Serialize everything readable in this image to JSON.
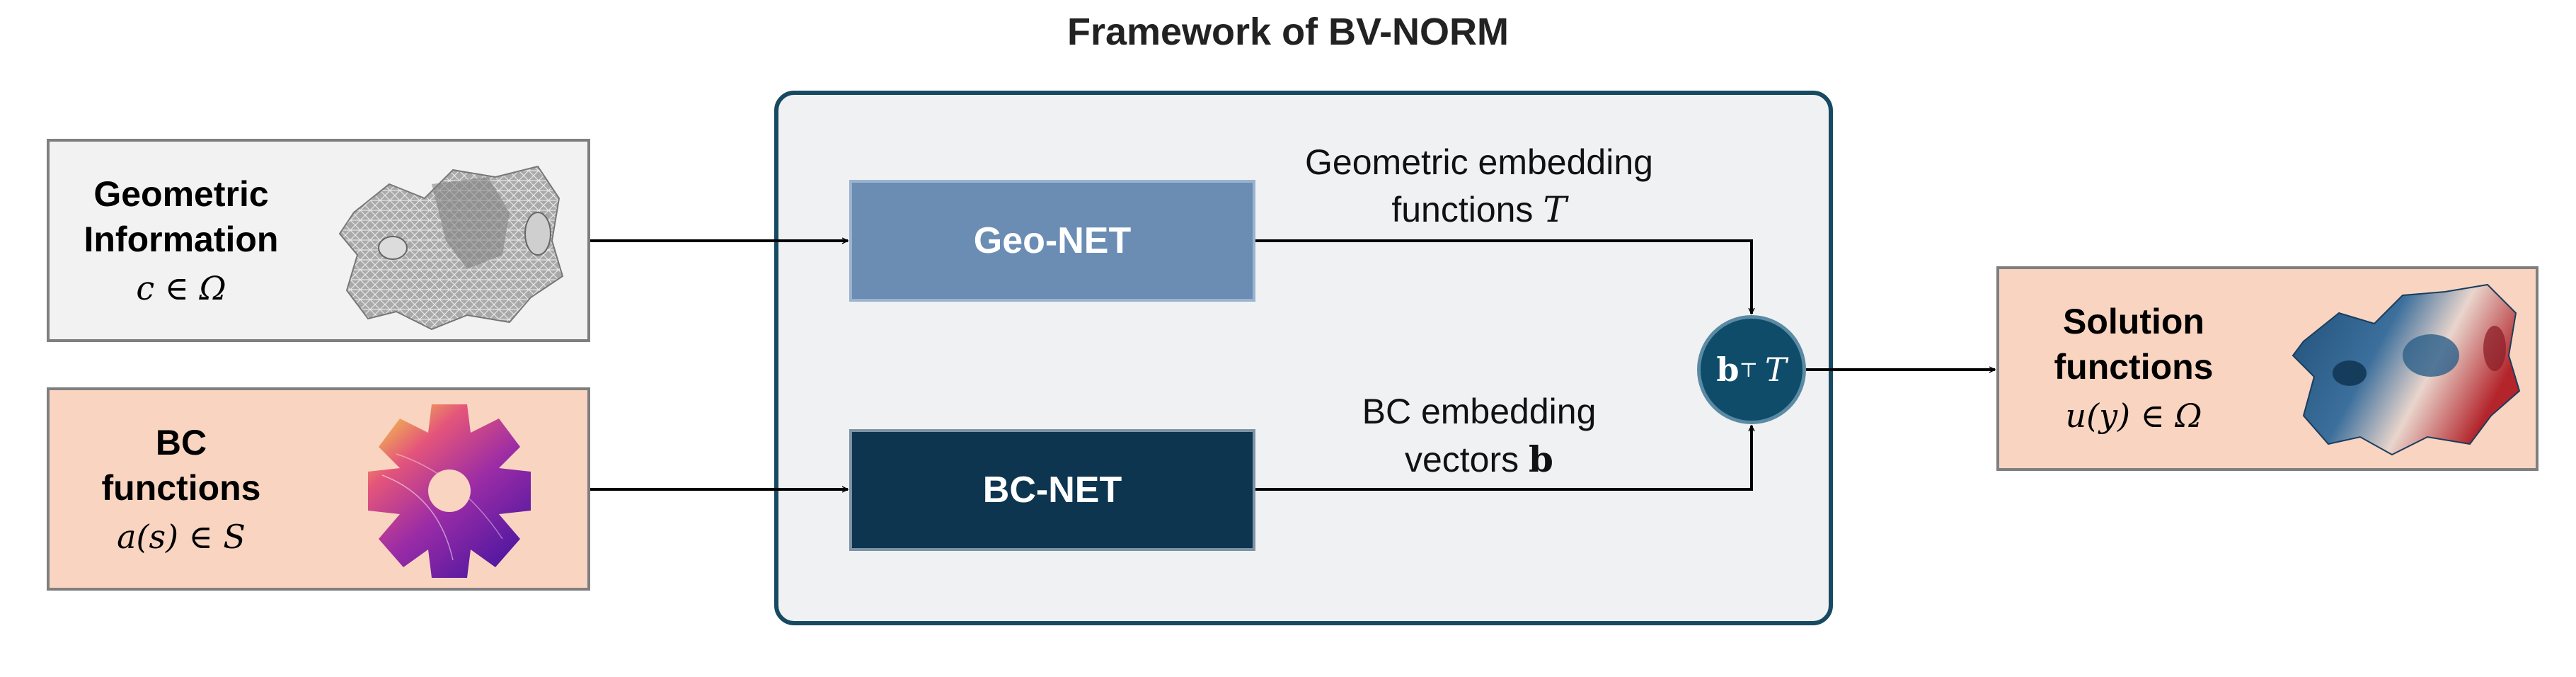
{
  "title": "Framework of BV-NORM",
  "inputs": {
    "geometric": {
      "name": "Geometric\nInformation",
      "math": "c ∈ Ω"
    },
    "bc": {
      "name": "BC\nfunctions",
      "math": "a(s) ∈ S"
    }
  },
  "networks": {
    "geo": "Geo-NET",
    "bc": "BC-NET"
  },
  "labels": {
    "geo_embedding_line1": "Geometric embedding",
    "geo_embedding_line2": "functions ",
    "geo_embedding_symbol": "T",
    "bc_embedding_line1": "BC embedding",
    "bc_embedding_line2": "vectors ",
    "bc_embedding_symbol": "b"
  },
  "combiner": {
    "b": "b",
    "transpose": "⊤",
    "t": "T"
  },
  "output": {
    "name": "Solution\nfunctions",
    "math": "u(y) ∈ Ω"
  },
  "colors": {
    "frame": "#174a62",
    "geo_net": "#6b8db4",
    "bc_net": "#0e3550",
    "combiner": "#0e4c6a",
    "peach": "#f9d4c1"
  }
}
